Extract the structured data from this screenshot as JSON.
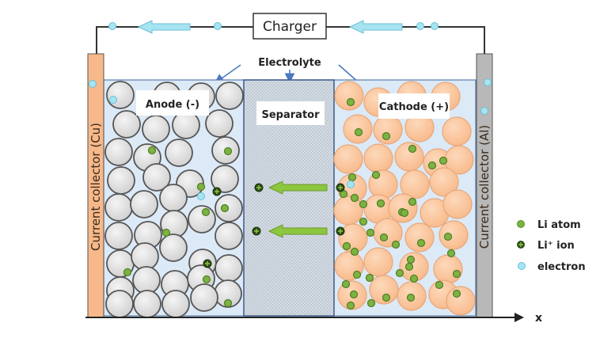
{
  "title": "Lithium-ion battery charging schematic",
  "labels": {
    "charger": "Charger",
    "electrolyte": "Electrolyte",
    "anode": "Anode (-)",
    "separator": "Separator",
    "cathode": "Cathode (+)",
    "collector_left": "Current collector (Cu)",
    "collector_right": "Current collector (Al)",
    "x_axis": "x"
  },
  "legend": [
    {
      "key": "li-atom",
      "label": "Li atom"
    },
    {
      "key": "li-ion",
      "label": "Li⁺ ion"
    },
    {
      "key": "electron",
      "label": "electron"
    }
  ],
  "colors": {
    "collector_cu": "#f7b98a",
    "collector_al": "#b8b8b8",
    "electrolyte": "#dce9f6",
    "anode_particle": "#dcdcdc",
    "cathode_particle": "#fbc49a",
    "li_atom": "#7cb342",
    "li_ion": "#2e4d1a",
    "electron": "#a6e4f2",
    "arrow_green": "#8dc63f",
    "arrow_cyan": "#a6e4f2",
    "separator": "#c9d3dc"
  },
  "flows": {
    "electron_direction": "right-to-left (cathode to anode via charger)",
    "ion_direction": "right-to-left (cathode to anode through separator)"
  }
}
